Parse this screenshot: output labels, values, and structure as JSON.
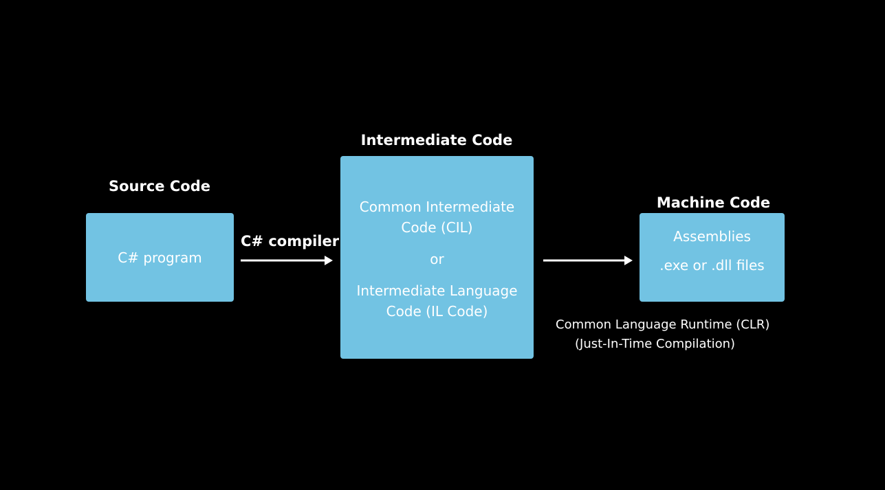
{
  "colors": {
    "background": "#000000",
    "box_fill": "#72c3e3",
    "text": "#ffffff",
    "arrow": "#ffffff"
  },
  "source": {
    "heading": "Source Code",
    "box_text": "C# program"
  },
  "compiler_arrow": {
    "label": "C# compiler"
  },
  "intermediate": {
    "heading": "Intermediate Code",
    "line1": "Common Intermediate",
    "line2": "Code (CIL)",
    "or_text": "or",
    "line3": "Intermediate Language",
    "line4": "Code (IL Code)"
  },
  "runtime_arrow": {
    "label_line1": "Common Language Runtime (CLR)",
    "label_line2": "(Just-In-Time Compilation)"
  },
  "machine": {
    "heading": "Machine Code",
    "line1": "Assemblies",
    "line2": ".exe or .dll files"
  }
}
